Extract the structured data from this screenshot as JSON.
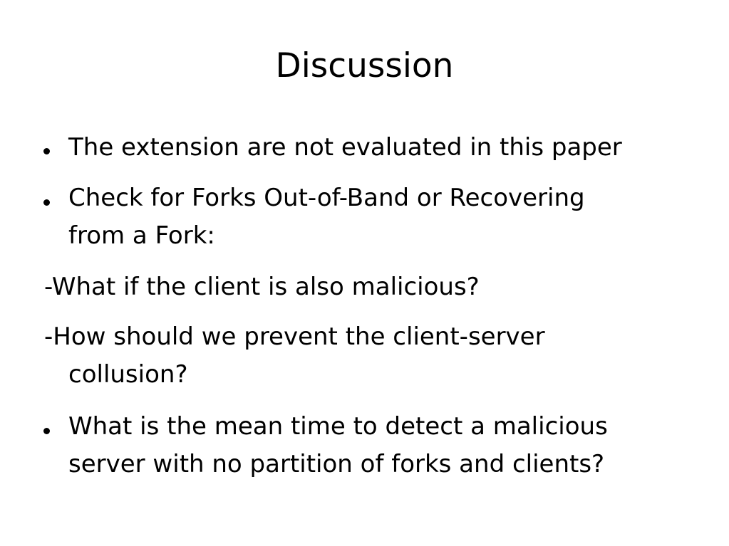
{
  "slide": {
    "title": "Discussion",
    "items": [
      {
        "type": "bullet",
        "lines": [
          "The extension are not evaluated in this paper"
        ]
      },
      {
        "type": "bullet",
        "lines": [
          "Check for Forks Out-of-Band or Recovering",
          "from a Fork:"
        ]
      },
      {
        "type": "plain",
        "lines": [
          "-What if the client is also malicious?"
        ]
      },
      {
        "type": "plain",
        "lines": [
          "-How should we prevent the client-server",
          "collusion?"
        ]
      },
      {
        "type": "bullet",
        "lines": [
          "What is the mean time to detect a malicious",
          "server with no partition of forks and clients?"
        ]
      }
    ]
  }
}
